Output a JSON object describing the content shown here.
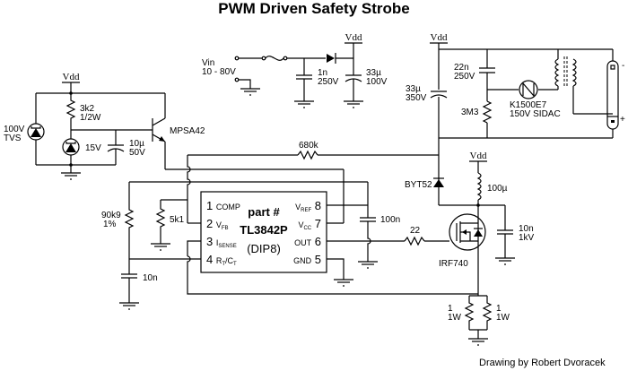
{
  "title": "PWM Driven Safety Strobe",
  "credit": "Drawing by Robert Dvoracek",
  "colors": {
    "ink": "#000000",
    "background": "#ffffff"
  },
  "rails": {
    "vdd": "Vdd"
  },
  "input": {
    "label": "Vin",
    "range": "10 - 80V"
  },
  "components": {
    "c_in": {
      "value": "1n",
      "rating": "250V"
    },
    "c_bulk": {
      "value": "33µ",
      "rating": "100V"
    },
    "c_storage": {
      "value": "33µ",
      "rating": "350V"
    },
    "c_trigger": {
      "value": "22n",
      "rating": "250V"
    },
    "r_trigger": {
      "value": "3M3"
    },
    "sidac": {
      "part": "K1500E7",
      "desc": "150V SIDAC"
    },
    "tvs": {
      "value": "100V",
      "type": "TVS"
    },
    "r_bias": {
      "value": "3k2",
      "rating": "1/2W"
    },
    "zener": {
      "value": "15V"
    },
    "c_reg": {
      "value": "10µ",
      "rating": "50V"
    },
    "transistor": {
      "part": "MPSA42"
    },
    "r_fb": {
      "value": "680k"
    },
    "r_timing": {
      "value": "90k9",
      "tolerance": "1%"
    },
    "r_vfb": {
      "value": "5k1"
    },
    "c_timing": {
      "value": "10n"
    },
    "c_vref": {
      "value": "100n"
    },
    "r_gate": {
      "value": "22"
    },
    "diode": {
      "part": "BYT52"
    },
    "inductor": {
      "value": "100µ"
    },
    "c_snubber": {
      "value": "10n",
      "rating": "1kV"
    },
    "mosfet": {
      "part": "IRF740"
    },
    "r_sense_a": {
      "value": "1",
      "rating": "1W"
    },
    "r_sense_b": {
      "value": "1",
      "rating": "1W"
    },
    "tube": {
      "minus": "-",
      "plus": "+"
    }
  },
  "ic": {
    "label": "part #",
    "part": "TL3842P",
    "package": "(DIP8)",
    "pins": [
      {
        "num": "1",
        "name": "COMP",
        "sub": ""
      },
      {
        "num": "2",
        "name": "V",
        "sub": "FB"
      },
      {
        "num": "3",
        "name": "I",
        "sub": "SENSE"
      },
      {
        "num": "4",
        "name": "R",
        "sub": "T",
        "name2": "/C",
        "sub2": "T"
      },
      {
        "num": "5",
        "name": "GND",
        "sub": ""
      },
      {
        "num": "6",
        "name": "OUT",
        "sub": ""
      },
      {
        "num": "7",
        "name": "V",
        "sub": "CC"
      },
      {
        "num": "8",
        "name": "V",
        "sub": "REF"
      }
    ]
  }
}
